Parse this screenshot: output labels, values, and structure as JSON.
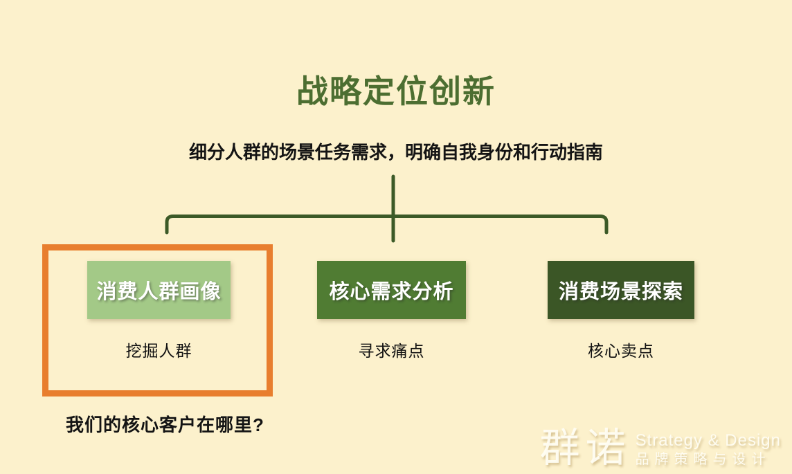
{
  "slide": {
    "background_color": "#fcf1cc",
    "title": "战略定位创新",
    "title_color": "#4c6e31",
    "subtitle": "细分人群的场景任务需求，明确自我身份和行动指南",
    "connector_color": "#3c5a27",
    "question": "我们的核心客户在哪里?"
  },
  "columns": [
    {
      "box_label": "消费人群画像",
      "box_color": "#a3c987",
      "caption": "挖掘人群",
      "highlighted": true
    },
    {
      "box_label": "核心需求分析",
      "box_color": "#507c33",
      "caption": "寻求痛点",
      "highlighted": false
    },
    {
      "box_label": "消费场景探索",
      "box_color": "#3b5626",
      "caption": "核心卖点",
      "highlighted": false
    }
  ],
  "highlight": {
    "border_color": "#e87e2e"
  },
  "watermark": {
    "logo": "群诺",
    "tagline_en": "Strategy & Design",
    "tagline_zh": "品牌策略与设计"
  }
}
